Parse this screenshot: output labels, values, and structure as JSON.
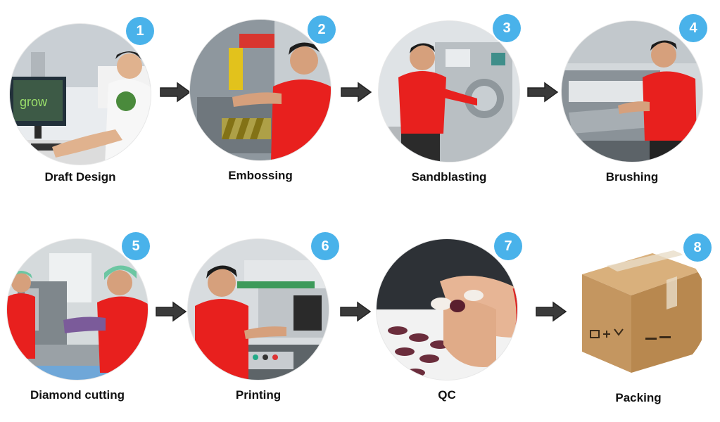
{
  "steps": [
    {
      "number": "1",
      "label": "Draft Design"
    },
    {
      "number": "2",
      "label": "Embossing"
    },
    {
      "number": "3",
      "label": "Sandblasting"
    },
    {
      "number": "4",
      "label": "Brushing"
    },
    {
      "number": "5",
      "label": "Diamond cutting"
    },
    {
      "number": "6",
      "label": "Printing"
    },
    {
      "number": "7",
      "label": "QC"
    },
    {
      "number": "8",
      "label": "Packing"
    }
  ],
  "monitor_logo_text": "grow",
  "colors": {
    "badge": "#49b2ea",
    "arrow": "#3a3a3a",
    "worker_shirt": "#e8201e",
    "box": "#c9a06a"
  }
}
